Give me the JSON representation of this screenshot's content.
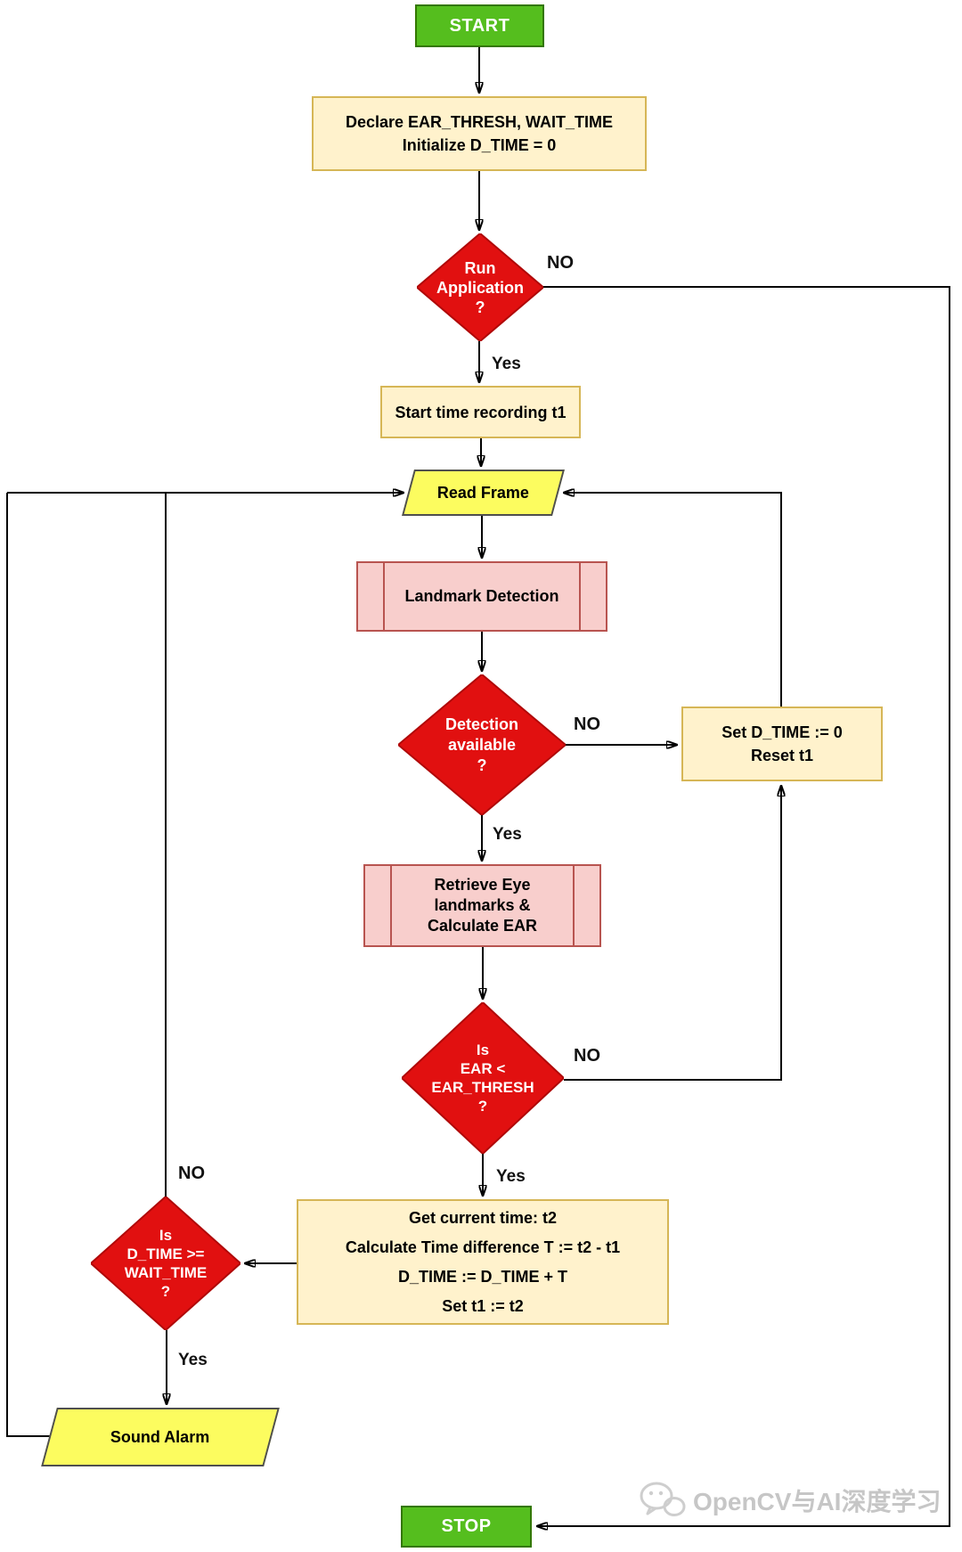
{
  "nodes": {
    "start": "START",
    "declare": "Declare EAR_THRESH, WAIT_TIME\nInitialize D_TIME = 0",
    "run": "Run\nApplication\n?",
    "start_time": "Start time recording t1",
    "read_frame": "Read Frame",
    "landmark": "Landmark Detection",
    "detection": "Detection\navailable\n?",
    "set_dtime": "Set D_TIME := 0\nReset t1",
    "retrieve": "Retrieve Eye\nlandmarks &\nCalculate EAR",
    "ear": "Is\nEAR <\nEAR_THRESH\n?",
    "calc": "Get current time: t2\nCalculate Time difference T := t2 - t1\nD_TIME := D_TIME + T\nSet t1 := t2",
    "dtime": "Is\nD_TIME >=\nWAIT_TIME\n?",
    "sound_alarm": "Sound Alarm",
    "stop": "STOP"
  },
  "labels": {
    "run_no": "NO",
    "run_yes": "Yes",
    "det_no": "NO",
    "det_yes": "Yes",
    "ear_no": "NO",
    "ear_yes": "Yes",
    "dtime_no": "NO",
    "dtime_yes": "Yes"
  },
  "watermark": "OpenCV与AI深度学习",
  "colors": {
    "terminal_fill": "#55BE1E",
    "terminal_border": "#337700",
    "process_fill": "#FFF2CC",
    "process_border": "#D6B656",
    "io_fill": "#FCFC5F",
    "io_border": "#4F4F4F",
    "predef_fill": "#F8CECC",
    "predef_border": "#B85450",
    "decision_fill": "#E11010",
    "decision_border": "#B00909",
    "line": "#000000"
  }
}
